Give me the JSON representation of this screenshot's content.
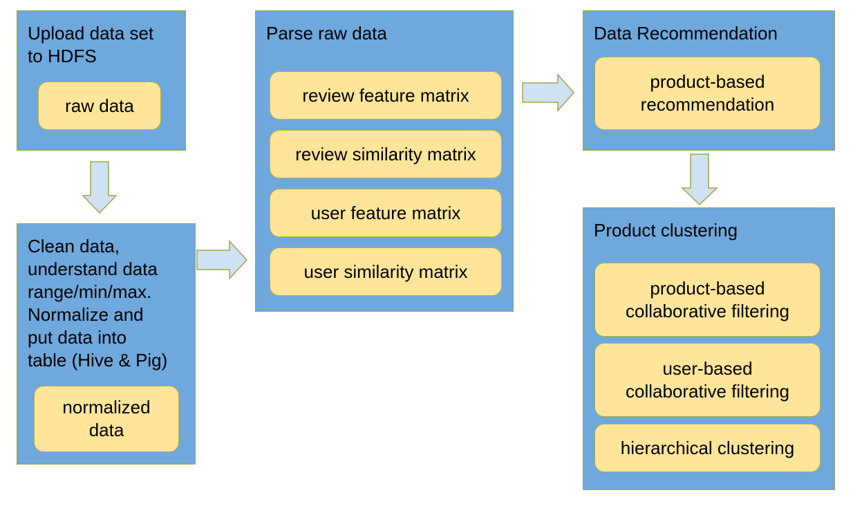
{
  "colors": {
    "panel_fill": "#6fa8dc",
    "panel_border": "#9aa74a",
    "item_fill": "#ffe599",
    "item_border": "#b7b144",
    "arrow_fill": "#cfe2f3",
    "arrow_border": "#9aa74a"
  },
  "upload": {
    "title": "Upload data set\nto HDFS",
    "items": [
      "raw data"
    ]
  },
  "clean": {
    "title": "Clean data,\nunderstand data\nrange/min/max.\nNormalize and\nput data into\ntable (Hive & Pig)",
    "items": [
      "normalized\ndata"
    ]
  },
  "parse": {
    "title": "Parse raw data",
    "items": [
      "review feature matrix",
      "review similarity matrix",
      "user feature matrix",
      "user similarity matrix"
    ]
  },
  "recommend": {
    "title": "Data Recommendation",
    "items": [
      "product-based\nrecommendation"
    ]
  },
  "cluster": {
    "title": "Product clustering",
    "items": [
      "product-based\ncollaborative filtering",
      "user-based\ncollaborative filtering",
      "hierarchical clustering"
    ]
  }
}
